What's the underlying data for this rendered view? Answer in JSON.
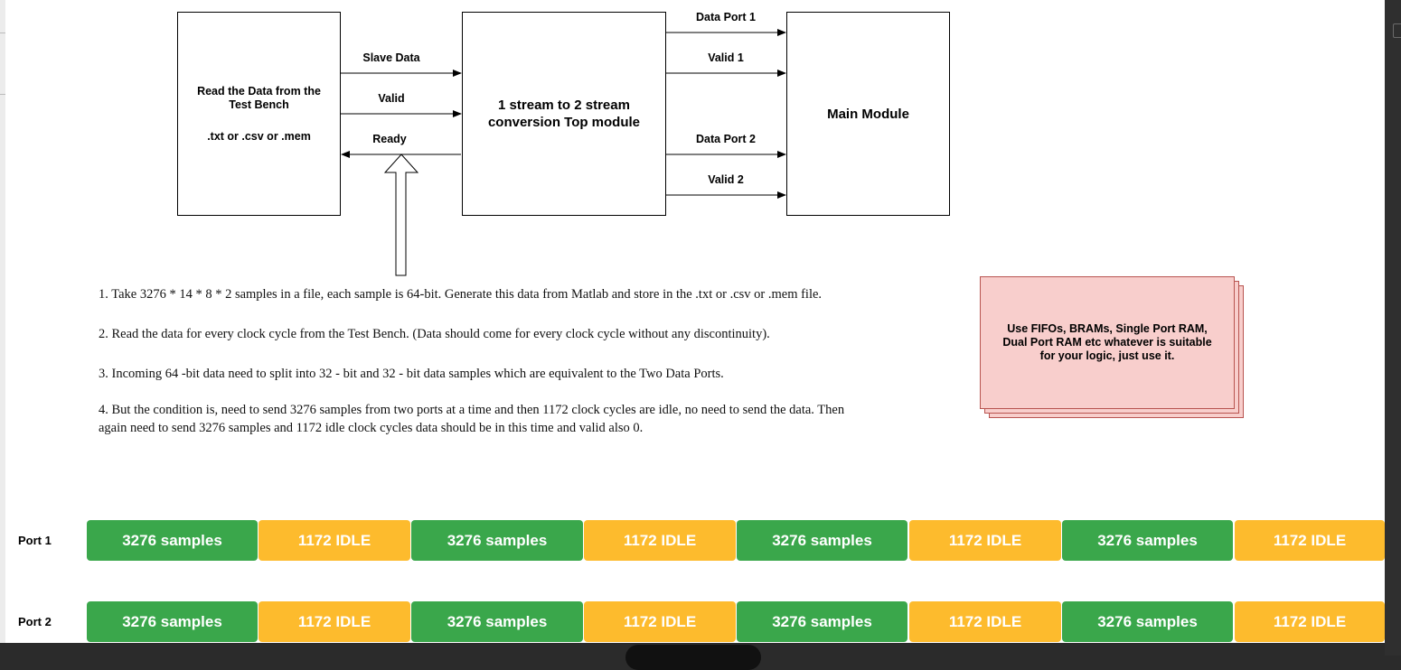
{
  "colors": {
    "samples_fill": "#3aa74b",
    "idle_fill": "#fdbb2d",
    "note_fill": "#f8cecc",
    "note_border": "#b85450"
  },
  "blocks": {
    "testbench": {
      "line1": "Read the Data from the",
      "line2": "Test Bench",
      "line3": ".txt or .csv or .mem"
    },
    "conversion": {
      "line1": "1 stream to 2 stream",
      "line2": "conversion  Top module"
    },
    "main": {
      "label": "Main Module"
    }
  },
  "signals": {
    "slave_data": "Slave Data",
    "valid": "Valid",
    "ready": "Ready",
    "data_port_1": "Data Port 1",
    "valid_1": "Valid 1",
    "data_port_2": "Data Port 2",
    "valid_2": "Valid 2"
  },
  "requirements": [
    "1. Take 3276 * 14 * 8 * 2 samples in a file, each sample is 64-bit. Generate this data from Matlab and store in the .txt or .csv or .mem file.",
    "2. Read the data for every clock cycle from the Test Bench. (Data should come for every clock cycle without any discontinuity).",
    "3. Incoming 64 -bit data need to split into 32 - bit and 32 - bit data samples which are equivalent to the Two Data Ports.",
    "4. But the condition is, need to send 3276 samples from two ports at a time and then 1172 clock cycles are idle, no need to send the data. Then",
    "again need to send 3276 samples and 1172 idle clock cycles data should be in this time and valid also 0."
  ],
  "note": {
    "line1": "Use FIFOs, BRAMs, Single Port RAM,",
    "line2": "Dual Port RAM etc whatever is suitable",
    "line3": "for your logic, just use it."
  },
  "timeline": {
    "ports": [
      {
        "label": "Port 1",
        "segments": [
          {
            "text": "3276 samples",
            "kind": "samples"
          },
          {
            "text": "1172 IDLE",
            "kind": "idle"
          },
          {
            "text": "3276 samples",
            "kind": "samples"
          },
          {
            "text": "1172 IDLE",
            "kind": "idle"
          },
          {
            "text": "3276 samples",
            "kind": "samples"
          },
          {
            "text": "1172 IDLE",
            "kind": "idle"
          },
          {
            "text": "3276 samples",
            "kind": "samples"
          },
          {
            "text": "1172 IDLE",
            "kind": "idle"
          }
        ]
      },
      {
        "label": "Port 2",
        "segments": [
          {
            "text": "3276 samples",
            "kind": "samples"
          },
          {
            "text": "1172 IDLE",
            "kind": "idle"
          },
          {
            "text": "3276 samples",
            "kind": "samples"
          },
          {
            "text": "1172 IDLE",
            "kind": "idle"
          },
          {
            "text": "3276 samples",
            "kind": "samples"
          },
          {
            "text": "1172 IDLE",
            "kind": "idle"
          },
          {
            "text": "3276 samples",
            "kind": "samples"
          },
          {
            "text": "1172 IDLE",
            "kind": "idle"
          }
        ]
      }
    ]
  }
}
